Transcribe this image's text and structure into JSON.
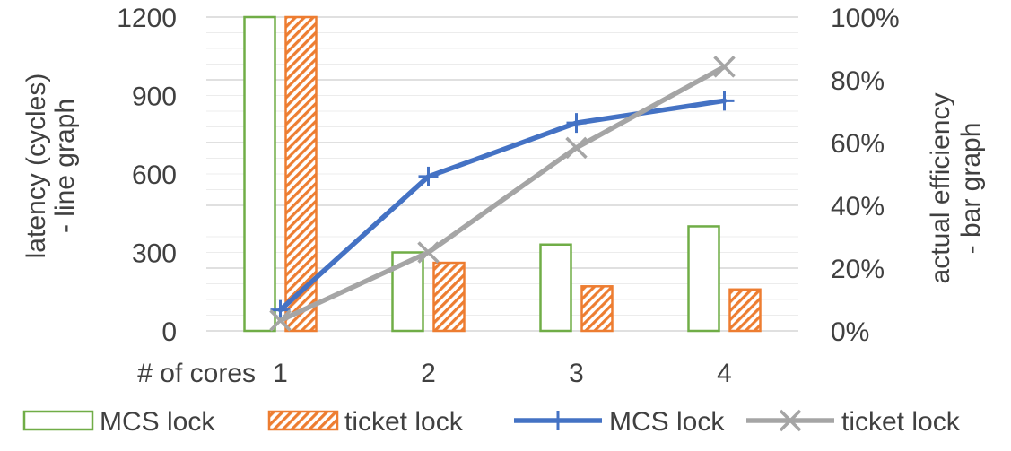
{
  "chart_data": {
    "type": "bar+line",
    "categories_label": "# of cores",
    "categories": [
      "1",
      "2",
      "3",
      "4"
    ],
    "y_left": {
      "label_line1": "latency (cycles)",
      "label_line2": "- line graph",
      "ylim": [
        0,
        1200
      ],
      "ticks": [
        "0",
        "300",
        "600",
        "900",
        "1200"
      ],
      "tick_values": [
        0,
        300,
        600,
        900,
        1200
      ]
    },
    "y_right": {
      "label_line1": "actual efficiency",
      "label_line2": "- bar graph",
      "ylim": [
        0,
        100
      ],
      "ticks": [
        "0%",
        "20%",
        "40%",
        "60%",
        "80%",
        "100%"
      ],
      "tick_values": [
        0,
        20,
        40,
        60,
        80,
        100
      ]
    },
    "bar_series": [
      {
        "name": "MCS lock",
        "axis": "right",
        "values": [
          100,
          25,
          27.5,
          33.3
        ],
        "color": "#70ad47"
      },
      {
        "name": "ticket lock",
        "axis": "right",
        "values": [
          100,
          21.7,
          14.2,
          13.2
        ],
        "color": "#ed7d31"
      }
    ],
    "line_series": [
      {
        "name": "MCS lock",
        "axis": "left",
        "values": [
          80,
          590,
          795,
          880
        ],
        "color": "#4472c4",
        "marker": "plus"
      },
      {
        "name": "ticket lock",
        "axis": "left",
        "values": [
          40,
          300,
          700,
          1010
        ],
        "color": "#a5a5a5",
        "marker": "x"
      }
    ],
    "grid": true,
    "legend_position": "bottom"
  }
}
